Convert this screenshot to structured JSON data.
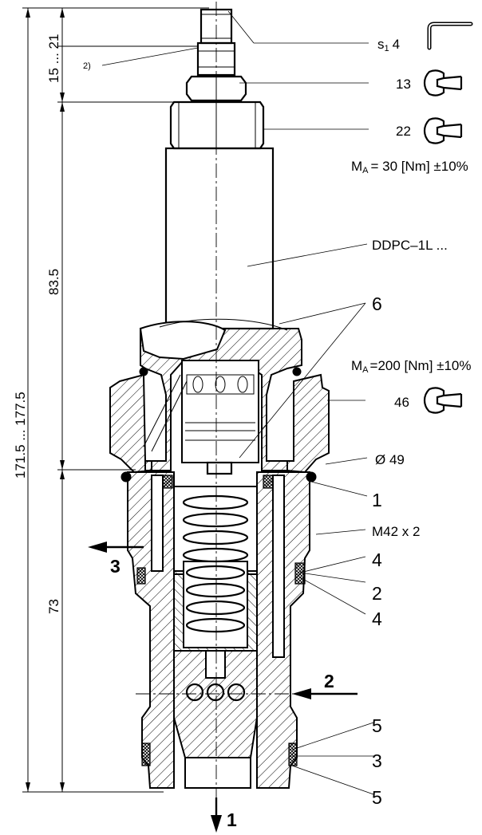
{
  "dimensions": {
    "total": "171.5 ... 177.5",
    "top": "15 ... 21",
    "middle": "83.5",
    "bottom": "73"
  },
  "callouts": {
    "s1": "s",
    "s1_sub": "1",
    "s1_size": "4",
    "note2": "2)",
    "wrench13": "13",
    "wrench22": "22",
    "torque1_prefix": "M",
    "torque1_sub": "A",
    "torque1_value": "= 30 [Nm]  ±10%",
    "model": "DDPC–1L ...",
    "item6": "6",
    "torque2_prefix": "M",
    "torque2_sub": "A",
    "torque2_value": "=200 [Nm]  ±10%",
    "wrench46": "46",
    "dia": "Ø 49",
    "item1": "1",
    "thread": "M42 x 2",
    "item4a": "4",
    "item2": "2",
    "item4b": "4",
    "item5a": "5",
    "item3": "3",
    "item5b": "5"
  },
  "ports": {
    "port3": "3",
    "port2": "2",
    "port1": "1"
  },
  "icons": {
    "hex_key": "allen-key-icon",
    "wrench": "open-end-wrench-icon",
    "arrow": "flow-arrow-icon"
  }
}
